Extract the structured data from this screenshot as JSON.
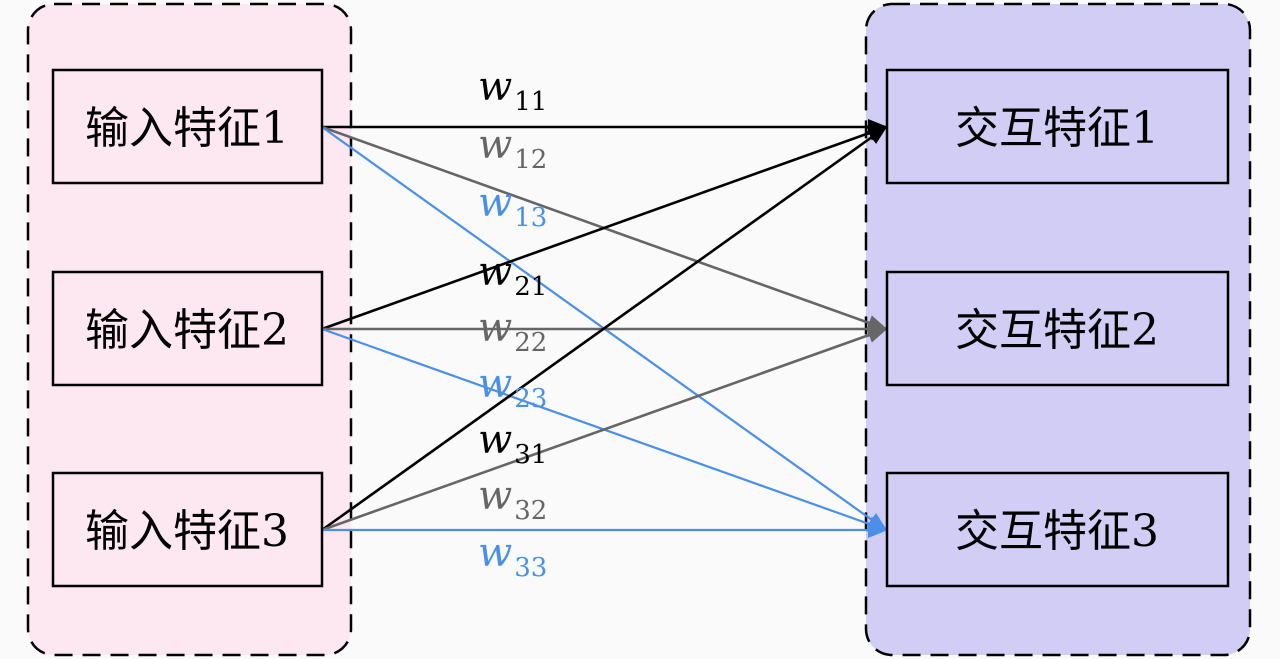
{
  "colors": {
    "input_group_fill": "#fde8f1",
    "interaction_group_fill": "#d2cdf5",
    "to_1": "#000000",
    "to_2": "#666666",
    "to_3": "#4a90e8"
  },
  "inputs": [
    "输入特征1",
    "输入特征2",
    "输入特征3"
  ],
  "outputs": [
    "交互特征1",
    "交互特征2",
    "交互特征3"
  ],
  "edges": [
    {
      "from": 1,
      "to": 1,
      "label": "w",
      "sub": "11"
    },
    {
      "from": 1,
      "to": 2,
      "label": "w",
      "sub": "12"
    },
    {
      "from": 1,
      "to": 3,
      "label": "w",
      "sub": "13"
    },
    {
      "from": 2,
      "to": 1,
      "label": "w",
      "sub": "21"
    },
    {
      "from": 2,
      "to": 2,
      "label": "w",
      "sub": "22"
    },
    {
      "from": 2,
      "to": 3,
      "label": "w",
      "sub": "23"
    },
    {
      "from": 3,
      "to": 1,
      "label": "w",
      "sub": "31"
    },
    {
      "from": 3,
      "to": 2,
      "label": "w",
      "sub": "32"
    },
    {
      "from": 3,
      "to": 3,
      "label": "w",
      "sub": "33"
    }
  ]
}
